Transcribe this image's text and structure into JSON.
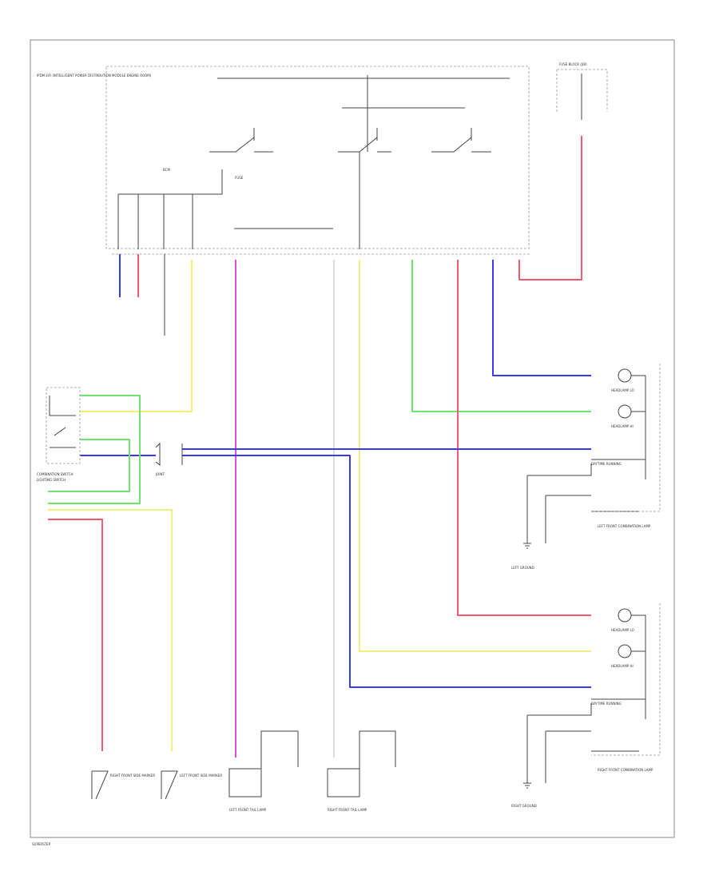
{
  "colors": {
    "blue": "#3a3af0",
    "red": "#f05a6e",
    "green": "#6ee46e",
    "yellow": "#f2ee7a",
    "magenta": "#e24be6",
    "white": "#dcdcdc",
    "black": "#333333"
  },
  "labels": {
    "bcm": "BCM",
    "fuse": "FUSE",
    "unit_header": "IPDM E/R (INTELLIGENT POWER DISTRIBUTION MODULE ENGINE ROOM)",
    "fuse_block": "FUSE BLOCK (J/B)",
    "combination_switch": "COMBINATION SWITCH",
    "lighting_switch": "LIGHTING SWITCH",
    "joint": "JOINT",
    "left_front_combination_lamp": "LEFT FRONT COMBINATION LAMP",
    "right_front_combination_lamp": "RIGHT FRONT COMBINATION LAMP",
    "headlamp_lo": "HEADLAMP LO",
    "headlamp_hi": "HEADLAMP HI",
    "daytime": "DAYTIME RUNNING",
    "right_front_side_marker": "RIGHT FRONT SIDE MARKER",
    "left_front_side_marker": "LEFT FRONT SIDE MARKER",
    "left_front_tail_lamp": "LEFT FRONT TAIL LAMP",
    "right_front_tail_lamp": "RIGHT FRONT TAIL LAMP",
    "ground_left": "LEFT GROUND",
    "ground_right": "RIGHT GROUND",
    "footer": "SUPERSTEP"
  }
}
